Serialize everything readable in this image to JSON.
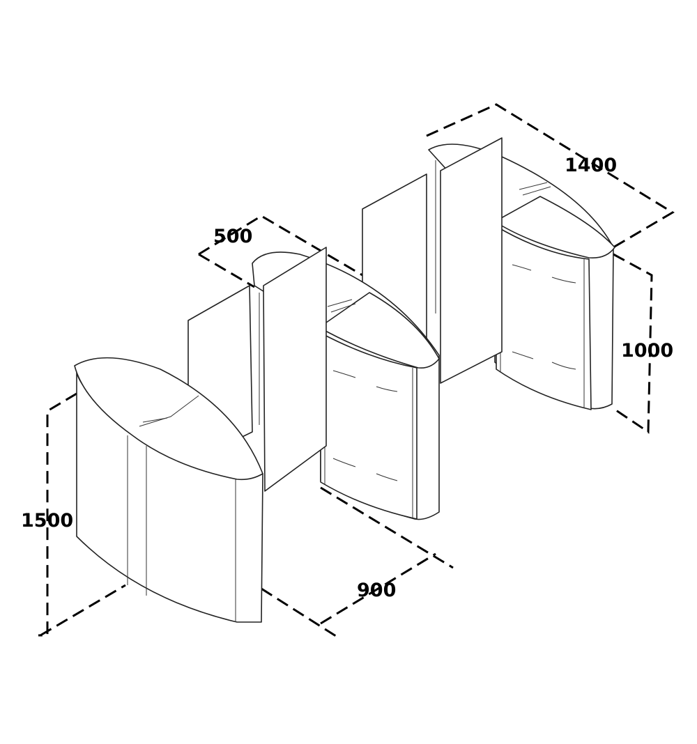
{
  "dimensions": {
    "width_total": "1400",
    "passage_width": "500",
    "cabinet_height": "1000",
    "panel_height": "1500",
    "cabinet_length": "900"
  },
  "colors": {
    "line": "#222222",
    "background": "#ffffff"
  }
}
